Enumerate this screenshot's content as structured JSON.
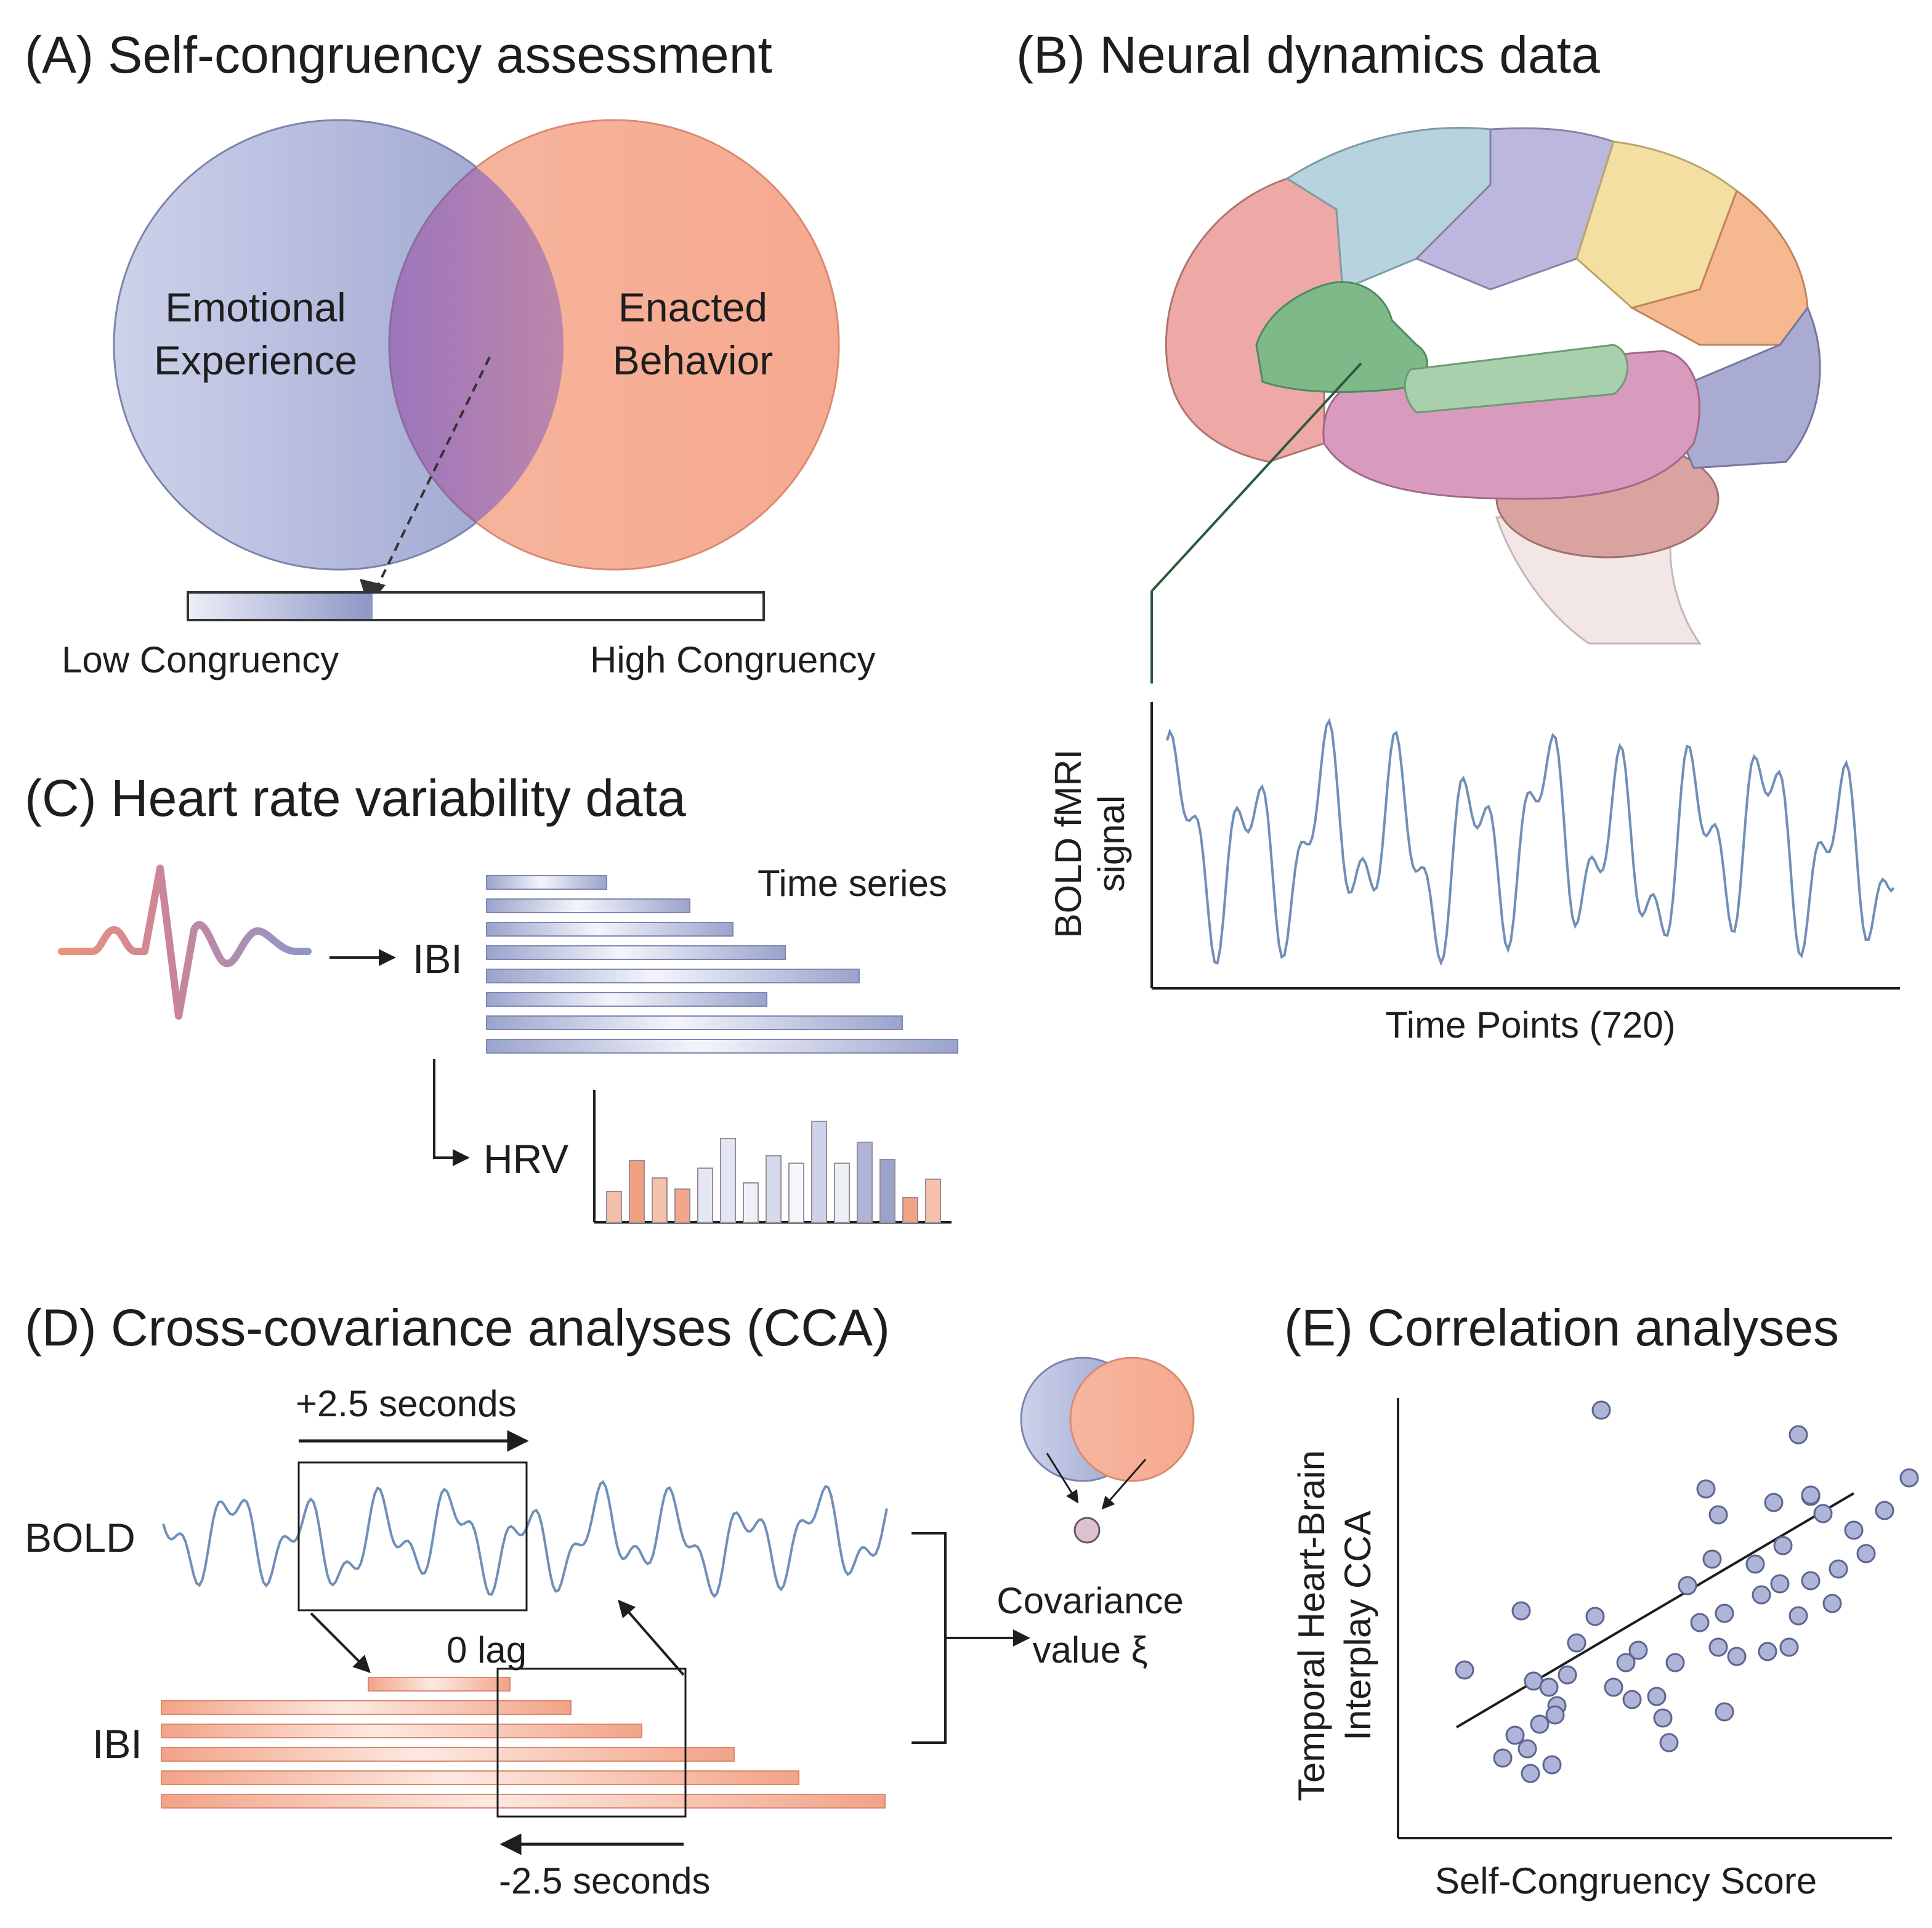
{
  "panels": {
    "a": {
      "title": "(A) Self-congruency assessment",
      "left_circle": [
        "Emotional",
        "Experience"
      ],
      "right_circle": [
        "Enacted",
        "Behavior"
      ],
      "scale_low": "Low Congruency",
      "scale_high": "High Congruency"
    },
    "b": {
      "title": "(B) Neural dynamics data",
      "ylabel": [
        "BOLD fMRI",
        "signal"
      ],
      "xlabel": "Time Points (720)"
    },
    "c": {
      "title": "(C) Heart rate variability data",
      "ibi": "IBI",
      "timeseries": "Time series",
      "hrv": "HRV"
    },
    "d": {
      "title": "(D) Cross-covariance analyses (CCA)",
      "plus_lag": "+2.5 seconds",
      "zero_lag": "0 lag",
      "minus_lag": "-2.5 seconds",
      "bold": "BOLD",
      "ibi": "IBI",
      "cov": [
        "Covariance",
        "value ξ"
      ]
    },
    "e": {
      "title": "(E) Correlation analyses",
      "ylabel": [
        "Temporal Heart-Brain",
        "Interplay  CCA"
      ],
      "xlabel": "Self-Congruency Score"
    }
  },
  "colors": {
    "blue": "#8c95c4",
    "salmon": "#f0a184",
    "purple": "#a67fbe",
    "bold_line": "#6f8fb8",
    "dot_fill": "#aeb5d8",
    "dot_stroke": "#5d6590"
  }
}
